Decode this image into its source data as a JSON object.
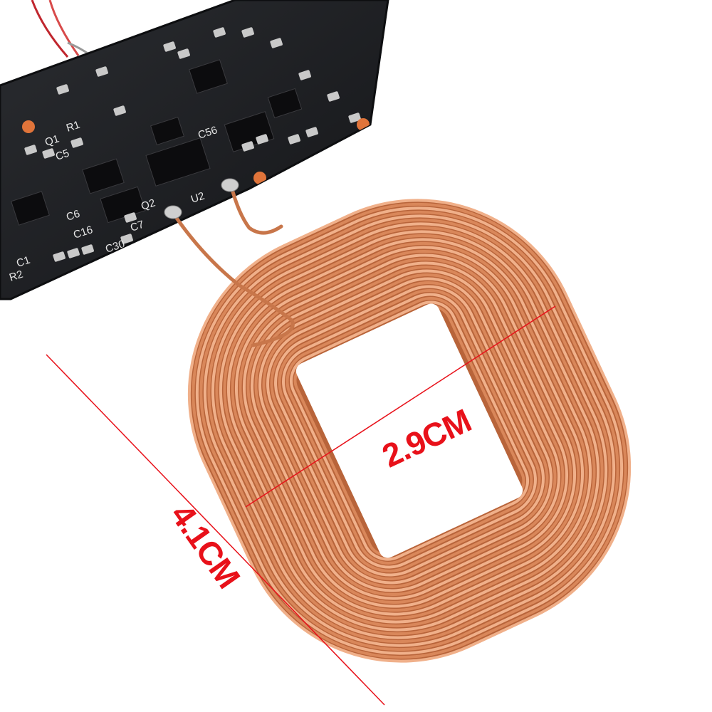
{
  "image": {
    "subject": "wireless charging receiver coil on circuit board",
    "colors": {
      "background": "#ffffff",
      "pcb": "#1b1d20",
      "pcb_edge": "#0d0e10",
      "silkscreen": "#e6e6e6",
      "copper": "#d9875a",
      "copper_dark": "#b8643a",
      "copper_light": "#f0b08a",
      "pad": "#c9c9c9",
      "annotation": "#e8111a"
    }
  },
  "annotations": {
    "width_label": "2.9CM",
    "height_label": "4.1CM"
  },
  "pcb": {
    "labels": [
      "U2",
      "Q2",
      "C7",
      "C6",
      "C5",
      "C56",
      "C16",
      "C30",
      "R1",
      "R2",
      "Q1",
      "C1"
    ]
  }
}
